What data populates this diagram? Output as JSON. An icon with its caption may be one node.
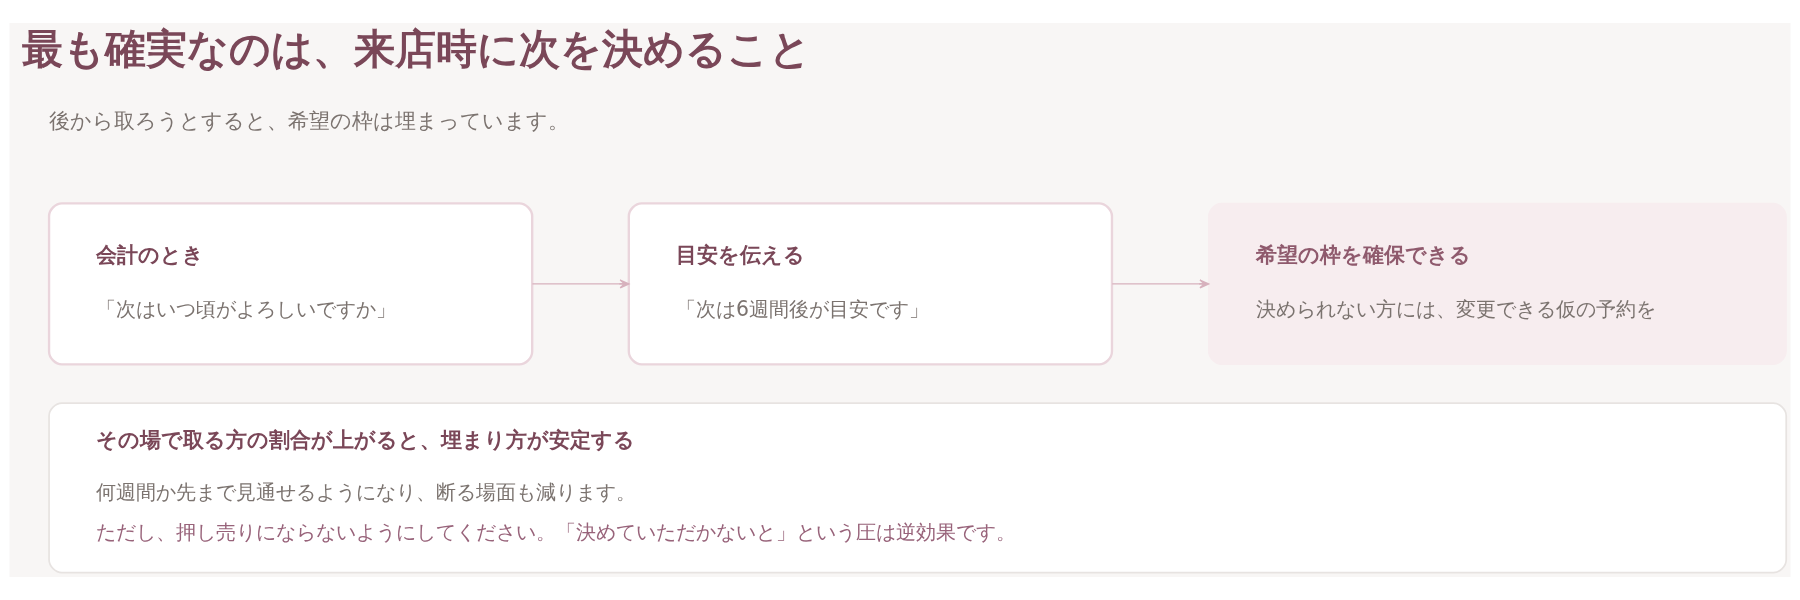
{
  "diagram": {
    "title": "最も確実なのは、来店時に次を決めること",
    "nodes": [
      {
        "text": [
          "会計のとき",
          "「次はいつ頃がよろしいですか」"
        ]
      },
      {
        "text": [
          "目安を伝える",
          "「次は6週間後が目安です」"
        ]
      },
      {
        "text": [
          "希望の枠を確保できる",
          "決められない方には、変更できる仮の予約を"
        ]
      },
      {
        "text": [
          "その場で取る方の割合が上がると、埋まり方が安定する",
          "何週間か先まで見通せるようになり、断る場面も減ります。",
          "ただし、押し売りにならないようにしてください。「決めていただかないと」という圧は逆効果です。"
        ]
      }
    ],
    "edges": [
      {
        "from": 0,
        "to": 1,
        "arrow": "to"
      },
      {
        "from": 1,
        "to": 2,
        "arrow": "to"
      }
    ],
    "labels": [
      "後から取ろうとすると、希望の枠は埋まっています。"
    ]
  }
}
